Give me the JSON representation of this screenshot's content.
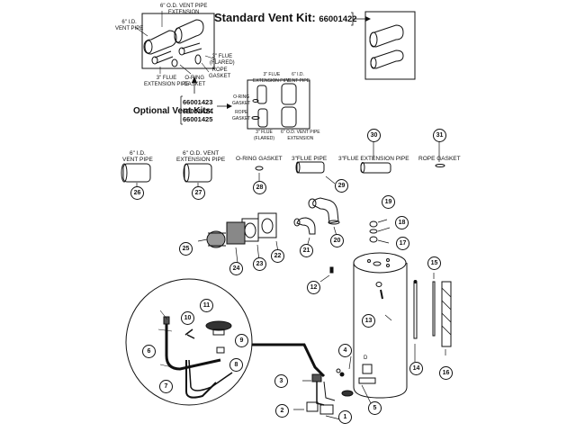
{
  "standard_kit": {
    "label": "Standard Vent Kit:",
    "part_number": "66001422",
    "items": [
      {
        "label": "6\" I.D.\nVENT PIPE"
      },
      {
        "label": "6\" O.D. VENT PIPE\nEXTENSION"
      },
      {
        "label": "3\" FLUE\n(FLARED)"
      },
      {
        "label": "3\" FLUE\nEXTENSION PIPE"
      },
      {
        "label": "O-RING\nGASKET"
      },
      {
        "label": "ROPE\nGASKET"
      }
    ]
  },
  "optional_kits": {
    "label": "Optional Vent Kits:",
    "part_numbers": [
      "66001423",
      "66001424",
      "66001425"
    ],
    "items": [
      {
        "label": "3\" FLUE\nEXTENSION PIPE"
      },
      {
        "label": "6\" I.D.\nVENT PIPE"
      },
      {
        "label": "O-RING\nGASKET"
      },
      {
        "label": "ROPE\nGASKET"
      },
      {
        "label": "3\" FLUE\n(FLARED)"
      },
      {
        "label": "6\" O.D. VENT PIPE\nEXTENSION"
      }
    ]
  },
  "parts": [
    {
      "number": "26",
      "label": "6\" I.D.\nVENT PIPE"
    },
    {
      "number": "27",
      "label": "6\" O.D. VENT\nEXTENSION PIPE"
    },
    {
      "number": "28",
      "label": "O-RING GASKET"
    },
    {
      "number": "29",
      "label": "3\"FLUE PIPE"
    },
    {
      "number": "30",
      "label": "3\"FLUE EXTENSION PIPE"
    },
    {
      "number": "31",
      "label": "ROPE GASKET"
    }
  ],
  "callouts": [
    "1",
    "2",
    "3",
    "4",
    "5",
    "6",
    "7",
    "8",
    "9",
    "10",
    "11",
    "12",
    "13",
    "14",
    "15",
    "16",
    "17",
    "18",
    "19",
    "20",
    "21",
    "22",
    "23",
    "24",
    "25"
  ],
  "tank_marker": "D"
}
